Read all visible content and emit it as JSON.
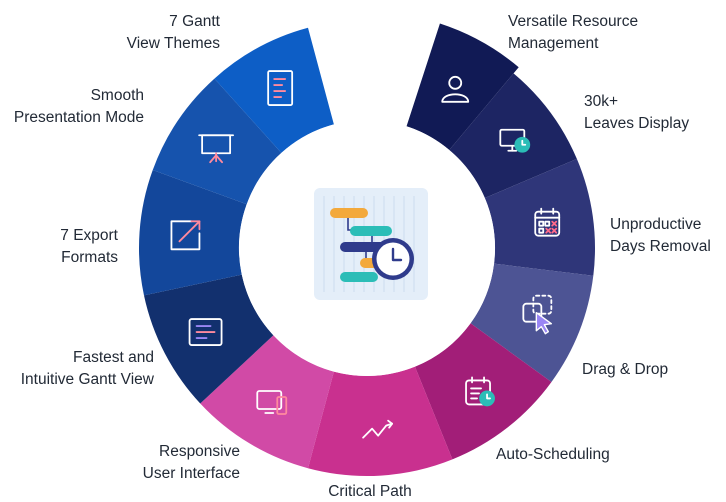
{
  "segments": [
    {
      "label": [
        "Versatile Resource",
        "Management"
      ],
      "color": "#111a55",
      "icon": "user-icon"
    },
    {
      "label": [
        "30k+",
        "Leaves Display"
      ],
      "color": "#1d2563",
      "icon": "monitor-clock-icon"
    },
    {
      "label": [
        "Unproductive",
        "Days Removal"
      ],
      "color": "#2f3679",
      "icon": "calendar-cross-icon"
    },
    {
      "label": [
        "Drag & Drop"
      ],
      "color": "#4d5494",
      "icon": "cursor-drag-icon"
    },
    {
      "label": [
        "Auto-Scheduling"
      ],
      "color": "#a21e78",
      "icon": "calendar-clock-icon"
    },
    {
      "label": [
        "Critical Path"
      ],
      "color": "#c9308f",
      "icon": "trend-line-icon"
    },
    {
      "label": [
        "Responsive",
        "User Interface"
      ],
      "color": "#d14aa6",
      "icon": "responsive-devices-icon"
    },
    {
      "label": [
        "Fastest and",
        "Intuitive Gantt View"
      ],
      "color": "#12306e",
      "icon": "gantt-list-icon"
    },
    {
      "label": [
        "7 Export",
        "Formats"
      ],
      "color": "#13479b",
      "icon": "export-arrow-icon"
    },
    {
      "label": [
        "Smooth",
        "Presentation Mode"
      ],
      "color": "#1653ad",
      "icon": "presentation-board-icon"
    },
    {
      "label": [
        "7 Gantt",
        "View Themes"
      ],
      "color": "#0d5ec6",
      "icon": "document-theme-icon"
    }
  ],
  "center_icon": "gantt-chart-clock-icon",
  "colors": {
    "accent_orange": "#f3a93c",
    "accent_teal": "#2bbdb7",
    "accent_navy": "#2f3b8c"
  }
}
